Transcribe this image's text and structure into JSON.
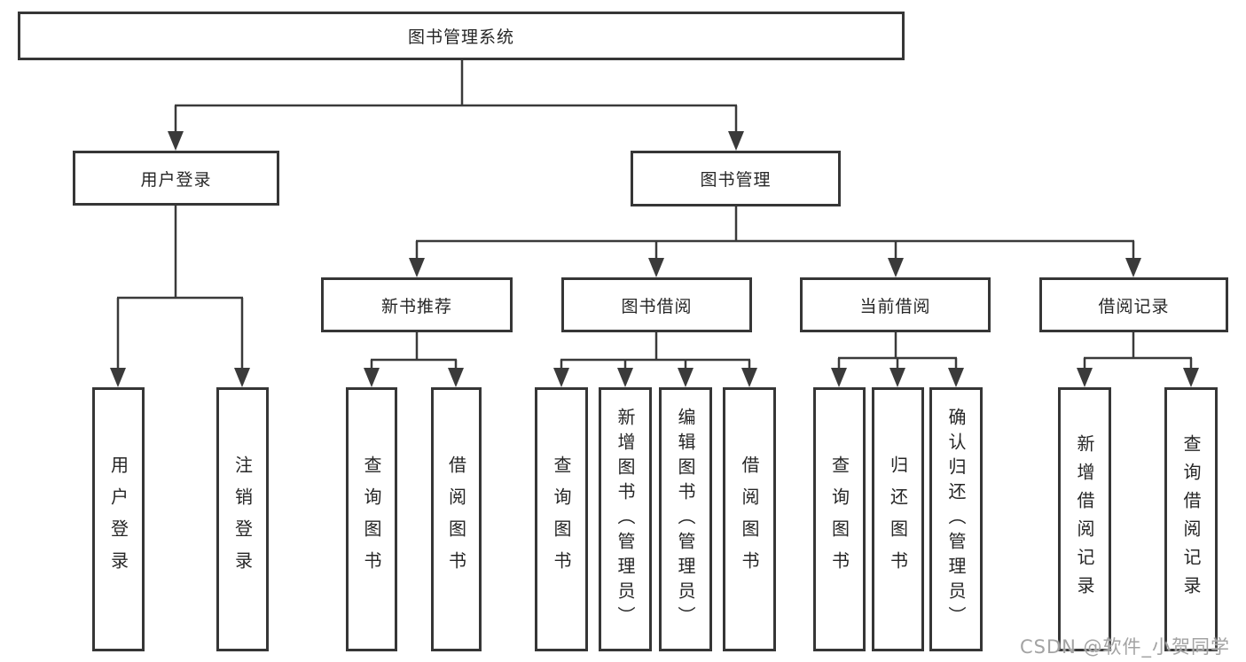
{
  "colors": {
    "line": "#3a3a3a",
    "border": "#363636",
    "text": "#262626",
    "watermark": "#a3a3a3",
    "background": "#ffffff"
  },
  "tree": {
    "label": "图书管理系统",
    "children": [
      {
        "label": "用户登录",
        "children": [
          {
            "label": "用户登录"
          },
          {
            "label": "注销登录"
          }
        ]
      },
      {
        "label": "图书管理",
        "children": [
          {
            "label": "新书推荐",
            "children": [
              {
                "label": "查询图书"
              },
              {
                "label": "借阅图书"
              }
            ]
          },
          {
            "label": "图书借阅",
            "children": [
              {
                "label": "查询图书"
              },
              {
                "label": "新增图书（管理员）"
              },
              {
                "label": "编辑图书（管理员）"
              },
              {
                "label": "借阅图书"
              }
            ]
          },
          {
            "label": "当前借阅",
            "children": [
              {
                "label": "查询图书"
              },
              {
                "label": "归还图书"
              },
              {
                "label": "确认归还（管理员）"
              }
            ]
          },
          {
            "label": "借阅记录",
            "children": [
              {
                "label": "新增借阅记录"
              },
              {
                "label": "查询借阅记录"
              }
            ]
          }
        ]
      }
    ]
  },
  "watermark": {
    "text": "CSDN @软件_小贺同学"
  }
}
